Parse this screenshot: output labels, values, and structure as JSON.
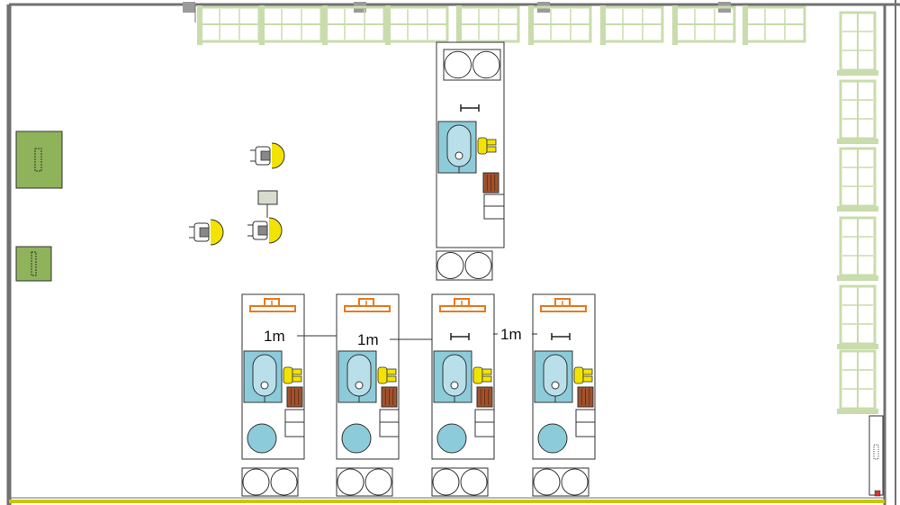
{
  "floor_plan": {
    "colors": {
      "wall": "#707070",
      "floor_edge": "#c8c800",
      "window_frame": "#c9dcac",
      "green_block": "#8fb35a",
      "station_blue": "#8ccbd9",
      "operator_yellow": "#f2e300",
      "crate_brown": "#a0522d",
      "lamp_orange": "#e87a1c",
      "cabinet_grey": "#d7dccd"
    },
    "dimension_labels": [
      "1m",
      "1m",
      "1m"
    ],
    "stations": [
      {
        "id": "top",
        "tag": "single-station"
      },
      {
        "id": "row-1",
        "tag": "station"
      },
      {
        "id": "row-2",
        "tag": "station"
      },
      {
        "id": "row-3",
        "tag": "station"
      },
      {
        "id": "row-4",
        "tag": "station"
      }
    ],
    "icons": [
      "seated-person-icon",
      "chair-icon",
      "tank-icon",
      "green-panel-icon",
      "door-icon"
    ]
  }
}
